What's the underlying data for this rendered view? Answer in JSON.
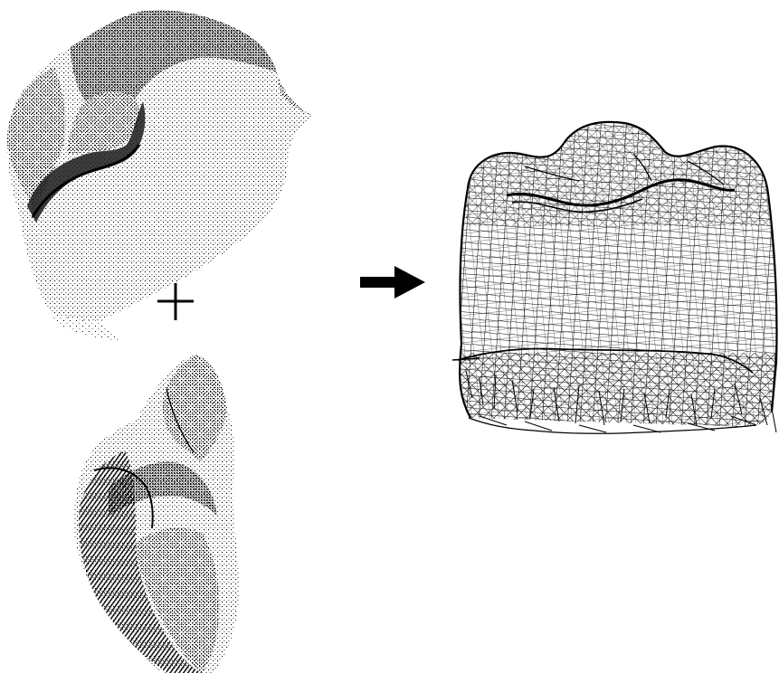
{
  "figure": {
    "ink_color": "#000000",
    "background_color": "#ffffff",
    "panels": [
      {
        "id": "upper-scan",
        "content": "point-cloud-tooth-fragment"
      },
      {
        "id": "lower-scan",
        "content": "point-cloud-tooth-fragment"
      },
      {
        "id": "merged-mesh",
        "content": "wireframe-tooth-crown"
      }
    ],
    "operators": {
      "combine_icon": "plus-icon",
      "result_icon": "arrow-right-icon"
    }
  }
}
